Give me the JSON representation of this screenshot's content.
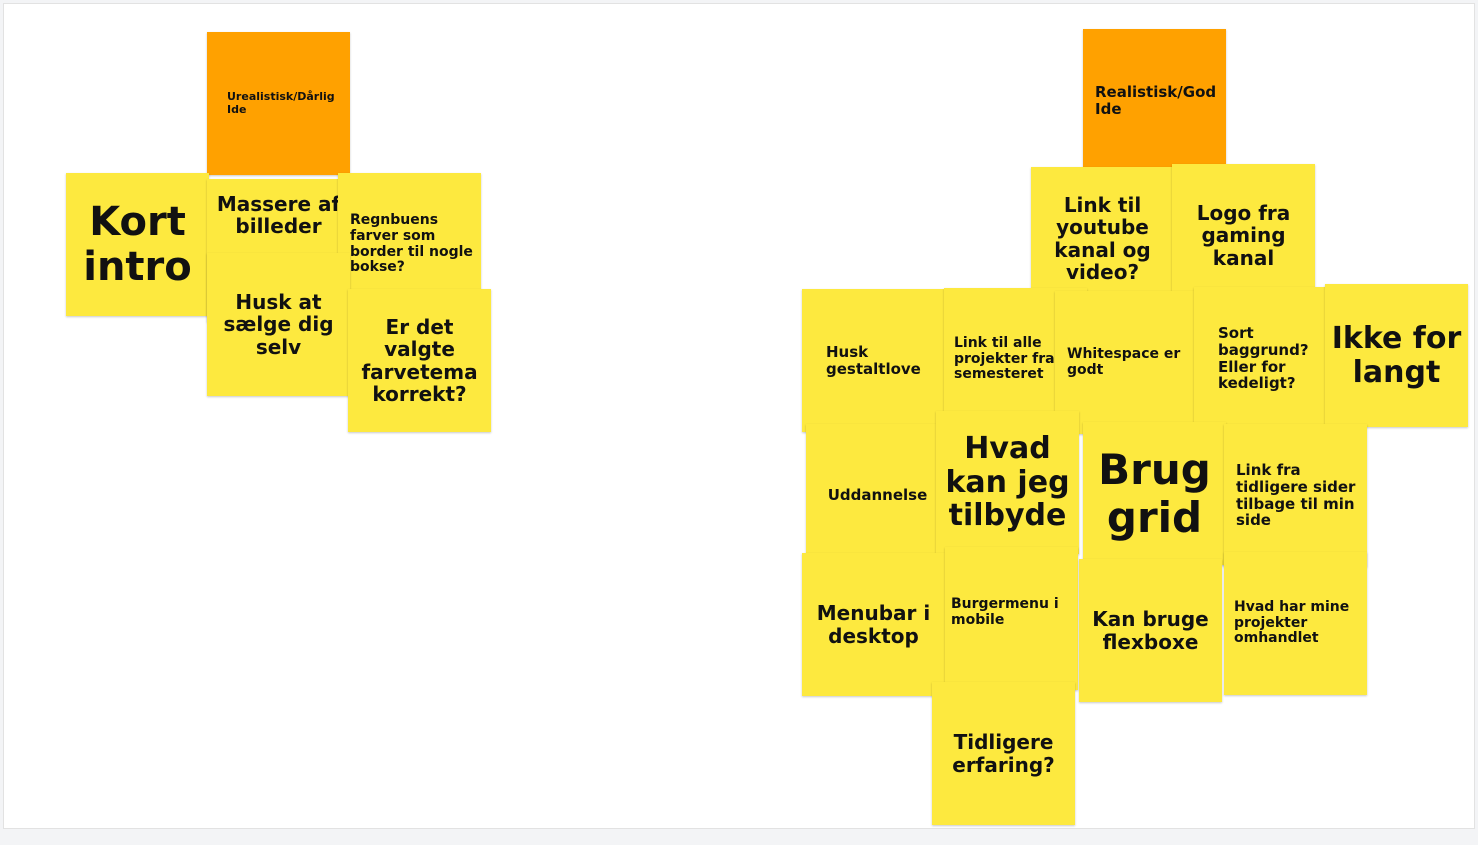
{
  "board": {
    "colors": {
      "sticky_yellow": "#fde93f",
      "sticky_orange": "#ffa100",
      "canvas": "#ffffff"
    },
    "left_cluster": {
      "header": "Urealistisk/Dårlig Ide",
      "notes": [
        "Kort intro",
        "Massere af billeder",
        "Regnbuens farver som border til nogle bokse?",
        "Husk at sælge dig selv",
        "Er det valgte farvetema korrekt?"
      ]
    },
    "right_cluster": {
      "header": "Realistisk/God Ide",
      "notes": [
        "Link til youtube kanal og video?",
        "Logo fra gaming kanal",
        "Husk gestaltlove",
        "Link til alle projekter fra semesteret",
        "Whitespace er godt",
        "Sort baggrund? Eller for kedeligt?",
        "Ikke for langt",
        "Uddannelse",
        "Hvad kan jeg tilbyde",
        "Brug grid",
        "Link fra tidligere sider tilbage til min side",
        "Menubar i desktop",
        "Burgermenu i mobile",
        "Kan bruge flexboxe",
        "Hvad har mine projekter omhandlet",
        "Tidligere erfaring?"
      ]
    }
  }
}
